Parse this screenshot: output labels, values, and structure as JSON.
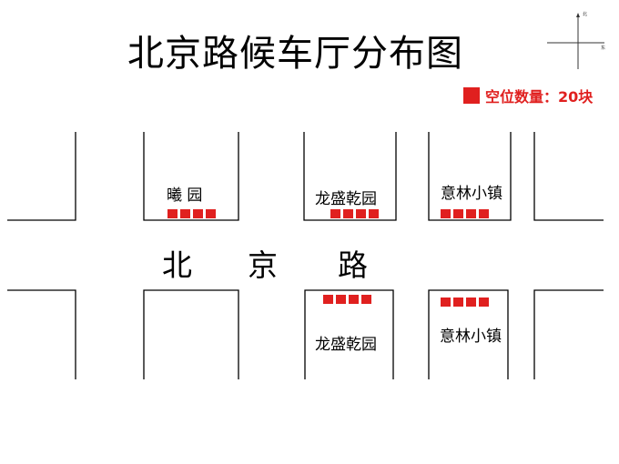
{
  "title": "北京路候车厅分布图",
  "legend": {
    "label": "空位数量：20块",
    "color": "#e0201f"
  },
  "road": {
    "chars": [
      "北",
      "京",
      "路"
    ]
  },
  "compass": {
    "north": "北",
    "east": "东"
  },
  "blocks": {
    "north_1": {
      "label": "曦 园",
      "spots": 4
    },
    "north_2": {
      "label": "龙盛乾园",
      "spots": 4
    },
    "north_3": {
      "label": "意林小镇",
      "spots": 4
    },
    "south_1": {
      "label": "龙盛乾园",
      "spots": 4
    },
    "south_2": {
      "label": "意林小镇",
      "spots": 4
    }
  }
}
